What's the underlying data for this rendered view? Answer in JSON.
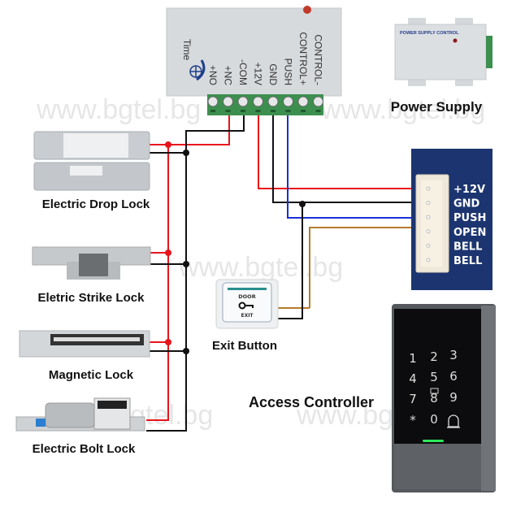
{
  "watermark": "www.bgtel.bg",
  "watermark_short": "www.bgtel.bg",
  "power_supply": {
    "label": "Power Supply",
    "time_label": "Time",
    "terminals": [
      "+NO",
      "+NC",
      "-COM",
      "+12V",
      "GND",
      "PUSH",
      "CONTROL+",
      "CONTROL-"
    ],
    "thumbnail_title": "POWER SUPPLY CONTROL"
  },
  "locks": [
    {
      "label": "Electric Drop Lock"
    },
    {
      "label": "Eletric Strike Lock"
    },
    {
      "label": "Magnetic Lock"
    },
    {
      "label": "Electric Bolt Lock"
    }
  ],
  "exit_button": {
    "label": "Exit Button",
    "top_text": "DOOR",
    "bottom_text": "EXIT"
  },
  "controller": {
    "label": "Access Controller",
    "connector_pins": [
      "+12V",
      "GND",
      "PUSH",
      "OPEN",
      "BELL",
      "BELL"
    ],
    "keys": [
      "1",
      "2",
      "3",
      "4",
      "5",
      "6",
      "7",
      "8",
      "9",
      "*",
      "0"
    ]
  },
  "colors": {
    "positive": "#e8141b",
    "negative": "#111111",
    "push": "#1a2fd6",
    "open": "#b57a2c",
    "terminal_block": "#3d8f4f",
    "board": "#1c3570"
  }
}
